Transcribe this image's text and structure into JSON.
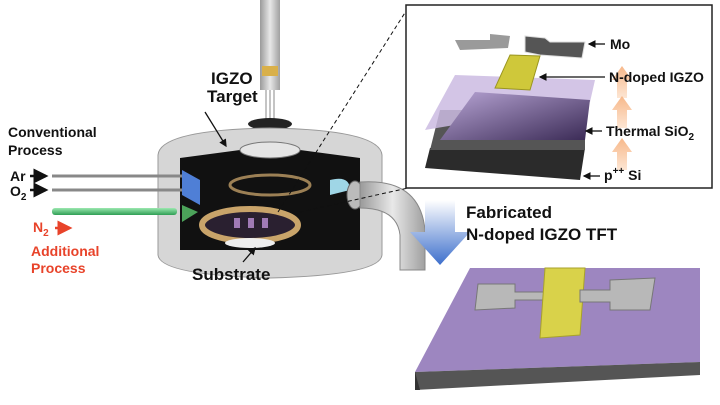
{
  "chamber": {
    "target_label_line1": "IGZO",
    "target_label_line2": "Target",
    "substrate_label": "Substrate",
    "conventional_line1": "Conventional",
    "conventional_line2": "Process",
    "gas_ar": "Ar",
    "gas_o2": {
      "base": "O",
      "sub": "2"
    },
    "gas_n2": {
      "base": "N",
      "sub": "2"
    },
    "additional_line1": "Additional",
    "additional_line2": "Process"
  },
  "layers_inset": {
    "mo": "Mo",
    "igzo": "N-doped IGZO",
    "sio2": {
      "base": "Thermal SiO",
      "sub": "2"
    },
    "si": {
      "base": "p",
      "sup": "++",
      "rest": " Si"
    }
  },
  "result": {
    "line1": "Fabricated",
    "line2": "N-doped IGZO TFT"
  },
  "colors": {
    "red_label": "#e8432a",
    "n2_pipe": "#3fbf6a",
    "igzo_yellow": "#d4cf3a",
    "sio2_purple": "#8a70b0",
    "arrow_blue": "#4a7fd0"
  }
}
